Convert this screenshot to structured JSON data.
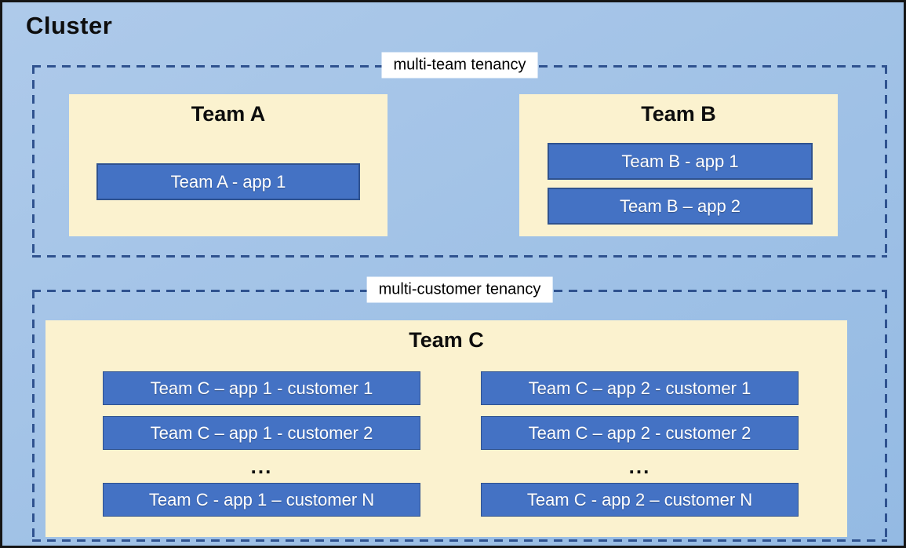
{
  "cluster": {
    "title": "Cluster"
  },
  "sections": [
    {
      "label": "multi-team tenancy",
      "teams": [
        {
          "name": "Team A",
          "apps": [
            "Team A - app 1"
          ]
        },
        {
          "name": "Team B",
          "apps": [
            "Team B - app 1",
            "Team B – app 2"
          ]
        }
      ]
    },
    {
      "label": "multi-customer tenancy",
      "teams": [
        {
          "name": "Team C",
          "columns": [
            {
              "rows": [
                "Team C – app 1 - customer 1",
                "Team C – app 1 - customer 2",
                "Team C - app 1 – customer N"
              ],
              "ellipsis": "..."
            },
            {
              "rows": [
                "Team C – app 2 - customer 1",
                "Team C – app 2 - customer 2",
                "Team C - app 2 – customer N"
              ],
              "ellipsis": "..."
            }
          ]
        }
      ]
    }
  ],
  "colors": {
    "bg_top": "#AECAEA",
    "bg_bottom": "#94BAE3",
    "panel_fill": "#FBF2CF",
    "app_fill": "#4472C4",
    "app_border": "#2F528F",
    "dash_border": "#2F528F",
    "label_bg": "#FFFFFF",
    "title_color": "#0D0D0D",
    "app_text": "#FFFFFF"
  }
}
